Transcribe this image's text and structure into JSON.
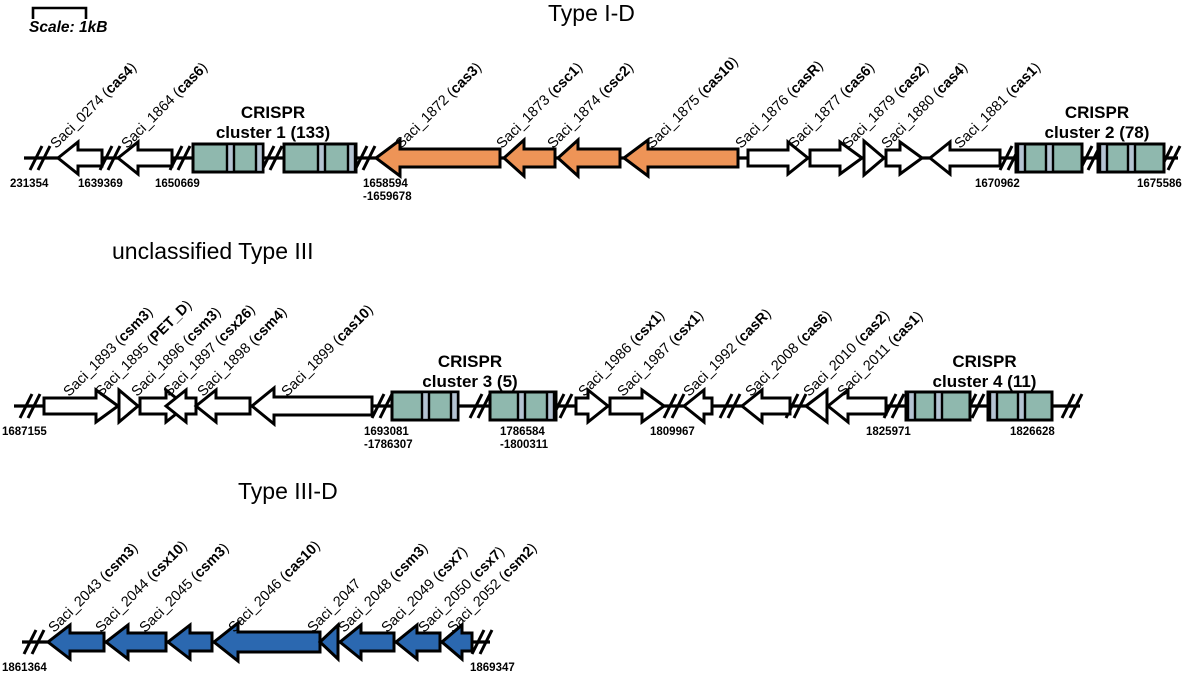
{
  "figure": {
    "scale_bar": {
      "label": "Scale: 1kB"
    },
    "rows": [
      {
        "id": "type-i-d",
        "title": "Type I-D",
        "genes": [
          {
            "name": "Saci_0274",
            "gene": "cas4"
          },
          {
            "name": "Saci_1864",
            "gene": "cas6"
          },
          {
            "name": "Saci_1872",
            "gene": "cas3"
          },
          {
            "name": "Saci_1873",
            "gene": "csc1"
          },
          {
            "name": "Saci_1874",
            "gene": "csc2"
          },
          {
            "name": "Saci_1875",
            "gene": "cas10"
          },
          {
            "name": "Saci_1876",
            "gene": "casR"
          },
          {
            "name": "Saci_1877",
            "gene": "cas6"
          },
          {
            "name": "Saci_1879",
            "gene": "cas2"
          },
          {
            "name": "Saci_1880",
            "gene": "cas4"
          },
          {
            "name": "Saci_1881",
            "gene": "cas1"
          }
        ],
        "crispr_clusters": [
          {
            "line1": "CRISPR",
            "line2": "cluster 1 (133)"
          },
          {
            "line1": "CRISPR",
            "line2": "cluster 2 (78)"
          }
        ],
        "coordinates": [
          "231354",
          "1639369",
          "1650669",
          "1658594\n-1659678",
          "1670962",
          "1675586"
        ]
      },
      {
        "id": "unclassified-type-iii",
        "title": "unclassified Type III",
        "genes": [
          {
            "name": "Saci_1893",
            "gene": "csm3"
          },
          {
            "name": "Saci_1895",
            "gene": "PET_D"
          },
          {
            "name": "Saci_1896",
            "gene": "csm3"
          },
          {
            "name": "Saci_1897",
            "gene": "csx26"
          },
          {
            "name": "Saci_1898",
            "gene": "csm4"
          },
          {
            "name": "Saci_1899",
            "gene": "cas10"
          },
          {
            "name": "Saci_1986",
            "gene": "csx1"
          },
          {
            "name": "Saci_1987",
            "gene": "csx1"
          },
          {
            "name": "Saci_1992",
            "gene": "casR"
          },
          {
            "name": "Saci_2008",
            "gene": "cas6"
          },
          {
            "name": "Saci_2010",
            "gene": "cas2"
          },
          {
            "name": "Saci_2011",
            "gene": "cas1"
          }
        ],
        "crispr_clusters": [
          {
            "line1": "CRISPR",
            "line2": "cluster 3 (5)"
          },
          {
            "line1": "CRISPR",
            "line2": "cluster 4 (11)"
          }
        ],
        "coordinates": [
          "1687155",
          "1693081\n-1786307",
          "1786584\n-1800311",
          "1809967",
          "1825971",
          "1826628"
        ]
      },
      {
        "id": "type-iii-d",
        "title": "Type III-D",
        "genes": [
          {
            "name": "Saci_2043",
            "gene": "csm3"
          },
          {
            "name": "Saci_2044",
            "gene": "csx10"
          },
          {
            "name": "Saci_2045",
            "gene": "csm3"
          },
          {
            "name": "Saci_2046",
            "gene": "cas10"
          },
          {
            "name": "Saci_2047",
            "gene": ""
          },
          {
            "name": "Saci_2048",
            "gene": "csm3"
          },
          {
            "name": "Saci_2049",
            "gene": "csx7"
          },
          {
            "name": "Saci_2050",
            "gene": "csx7"
          },
          {
            "name": "Saci_2052",
            "gene": "csm2"
          }
        ],
        "crispr_clusters": [],
        "coordinates": [
          "1861364",
          "1869347"
        ]
      }
    ],
    "colors": {
      "orange_gene": "#EE9457",
      "blue_gene": "#2B68B0",
      "white_gene": "#FFFFFF",
      "crispr_repeat": "#8FB8AE",
      "crispr_spacer": "#B4C3D2",
      "stroke": "#000000",
      "background": "#FFFFFF"
    }
  }
}
